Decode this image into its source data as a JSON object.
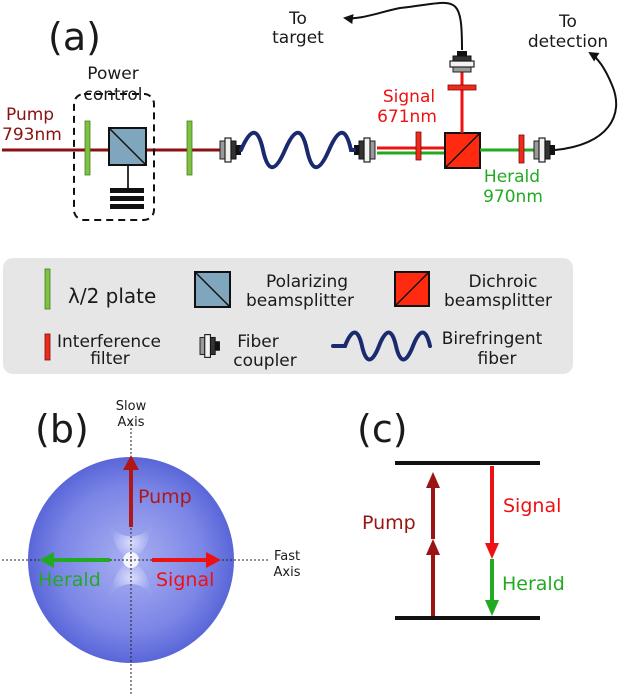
{
  "colors": {
    "pump": "#8b1010",
    "signal": "#ee1111",
    "herald": "#22aa22",
    "hwp": "#7dc242",
    "fiber": "#1a2a6e",
    "pbs": "#7fa6bd",
    "dichroic": "#ff2a10",
    "legend_bg": "#e6e6e6",
    "disk": "#7b86e6"
  },
  "panel_a": {
    "label": "(a)",
    "pump_label": "Pump",
    "pump_wavelength": "793nm",
    "power_control_line1": "Power",
    "power_control_line2": "control",
    "to_target_line1": "To",
    "to_target_line2": "target",
    "to_detection_line1": "To",
    "to_detection_line2": "detection",
    "signal_label": "Signal",
    "signal_wavelength": "671nm",
    "herald_label": "Herald",
    "herald_wavelength": "970nm"
  },
  "legend": {
    "hwp": "λ/2 plate",
    "pbs_line1": "Polarizing",
    "pbs_line2": "beamsplitter",
    "dichroic_line1": "Dichroic",
    "dichroic_line2": "beamsplitter",
    "filter_line1": "Interference",
    "filter_line2": "filter",
    "coupler_line1": "Fiber",
    "coupler_line2": "coupler",
    "fiber_line1": "Birefringent",
    "fiber_line2": "fiber"
  },
  "panel_b": {
    "label": "(b)",
    "slow_axis_line1": "Slow",
    "slow_axis_line2": "Axis",
    "fast_axis_line1": "Fast",
    "fast_axis_line2": "Axis",
    "pump": "Pump",
    "herald": "Herald",
    "signal": "Signal"
  },
  "panel_c": {
    "label": "(c)",
    "pump": "Pump",
    "signal": "Signal",
    "herald": "Herald"
  }
}
